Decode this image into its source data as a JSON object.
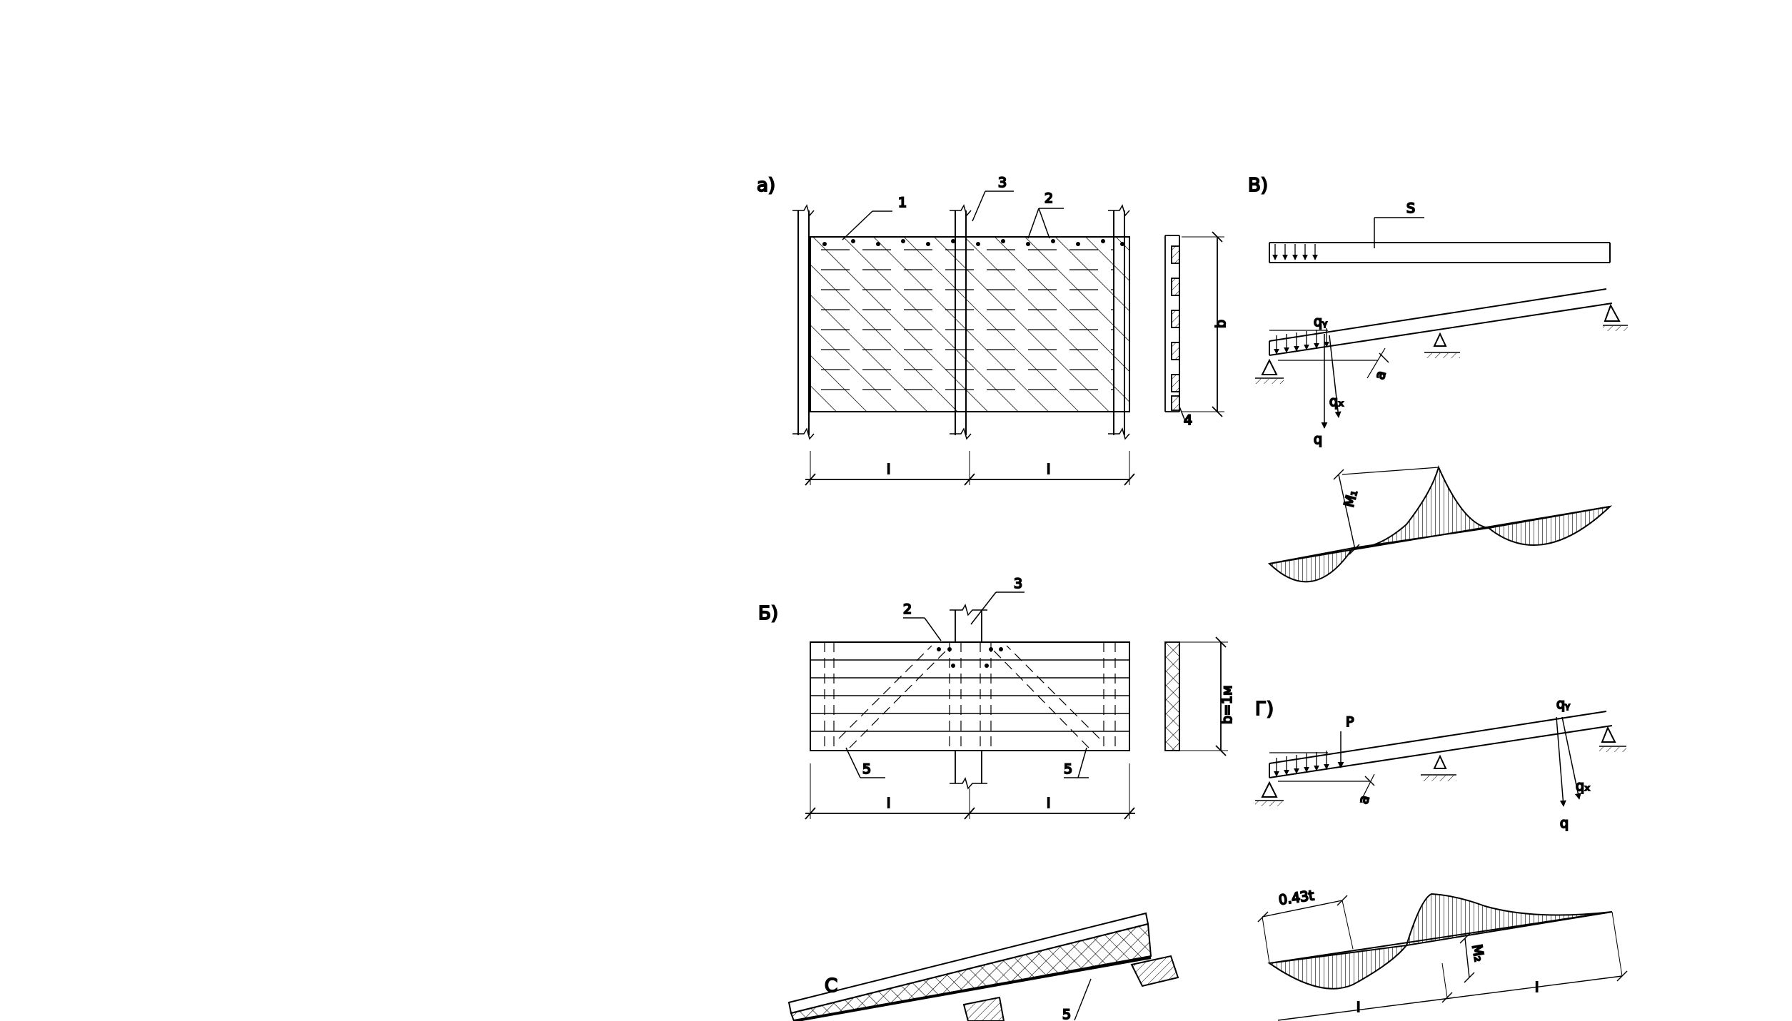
{
  "figures": {
    "a": {
      "label": "а)",
      "callouts": [
        "1",
        "2",
        "3",
        "4"
      ],
      "dims": {
        "span": "l",
        "width": "b"
      }
    },
    "b": {
      "label": "Б)",
      "callouts": [
        "2",
        "3",
        "5",
        "5"
      ],
      "dims": {
        "span": "l",
        "width": "b=1м"
      }
    },
    "v": {
      "label": "В)",
      "callouts": [
        "S"
      ],
      "loads": [
        "qᵧ",
        "qₓ",
        "q"
      ],
      "angle": "a",
      "moment": "M₁"
    },
    "g": {
      "label": "Г)",
      "point_load": "P",
      "loads": [
        "qᵧ",
        "qₓ",
        "q"
      ],
      "angle": "a",
      "moment": "M₂",
      "offset": "0.43t",
      "span": "l"
    },
    "c": {
      "label": "С",
      "callouts": [
        "5"
      ]
    }
  }
}
